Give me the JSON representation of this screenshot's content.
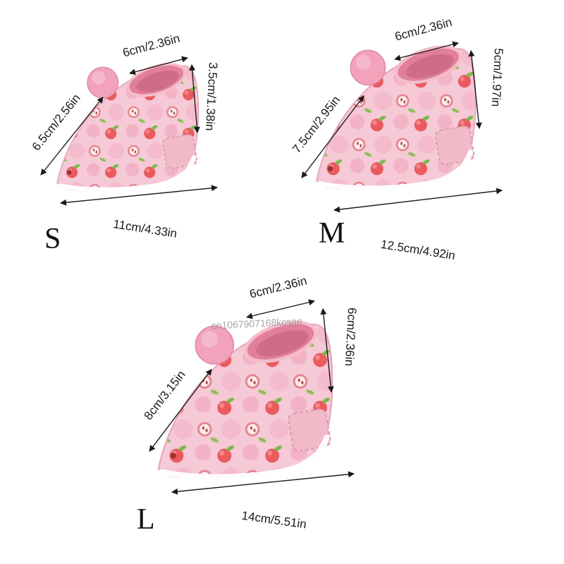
{
  "page": {
    "background": "#ffffff"
  },
  "watermark": "cn1067907168kcsae",
  "sizes": [
    {
      "label": "S",
      "top_opening": "6cm/2.36in",
      "cuff_height": "3.5cm/1.38in",
      "instep": "6.5cm/2.56in",
      "sole_length": "11cm/4.33in"
    },
    {
      "label": "M",
      "top_opening": "6cm/2.36in",
      "cuff_height": "5cm/1.97in",
      "instep": "7.5cm/2.95in",
      "sole_length": "12.5cm/4.92in"
    },
    {
      "label": "L",
      "top_opening": "6cm/2.36in",
      "cuff_height": "6cm/2.36in",
      "instep": "8cm/3.15in",
      "sole_length": "14cm/5.51in"
    }
  ],
  "colors": {
    "fabric_pink": "#f6c9d6",
    "blob_pink": "#f2aec2",
    "accent_pink": "#f2a3bb",
    "opening_pink": "#e27f9b",
    "opening_inner": "#cf6d88",
    "apple_red": "#ea5a5e",
    "leaf_green": "#7cb84e",
    "annotation": "#1a1a1a",
    "watermark_gray": "#979797"
  }
}
